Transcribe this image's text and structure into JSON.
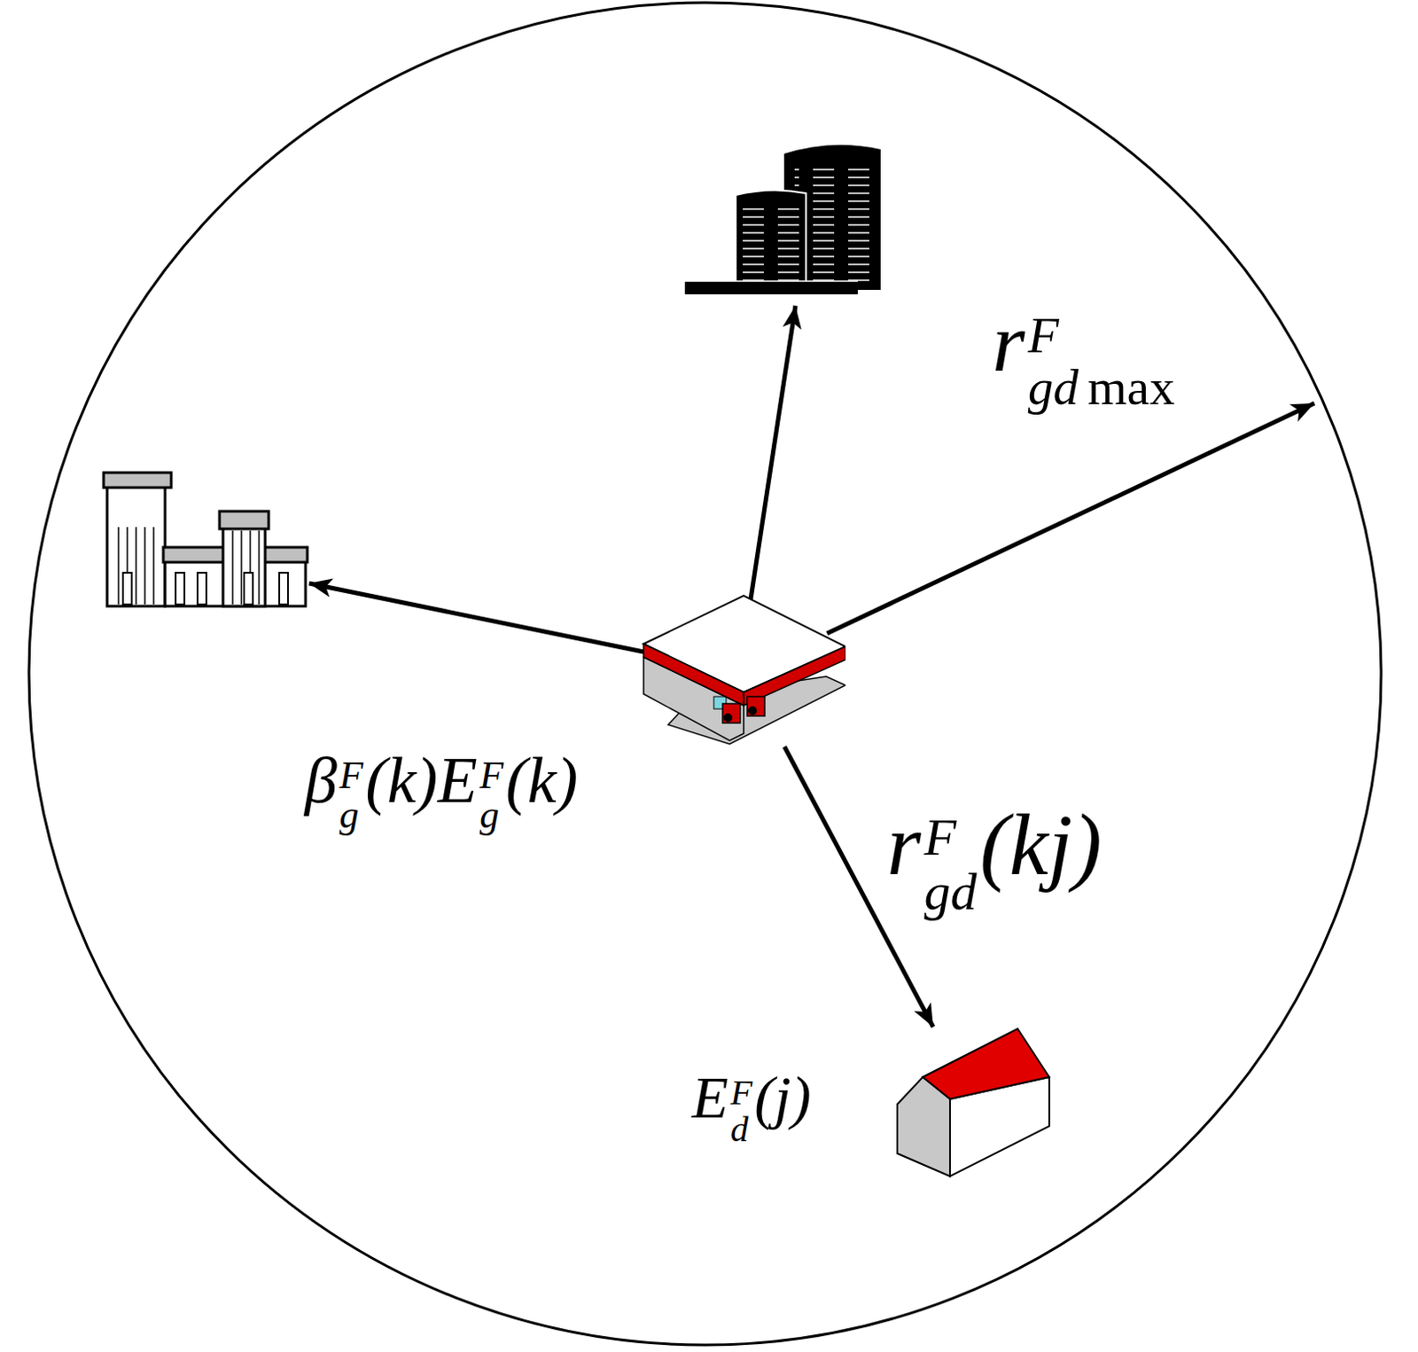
{
  "diagram": {
    "nodes": [
      {
        "text": [
          "β",
          "F",
          "g",
          "(k)E",
          "F",
          "g",
          "(k)"
        ]
      },
      {
        "text": [
          "E",
          "F",
          "d",
          "(j)"
        ]
      }
    ],
    "edges": [
      {
        "from": 0,
        "to": 1,
        "arrow": "to"
      }
    ],
    "labels": [
      "r",
      "F",
      "gd",
      "(kj)",
      "r",
      "F",
      "gd",
      "max"
    ]
  }
}
